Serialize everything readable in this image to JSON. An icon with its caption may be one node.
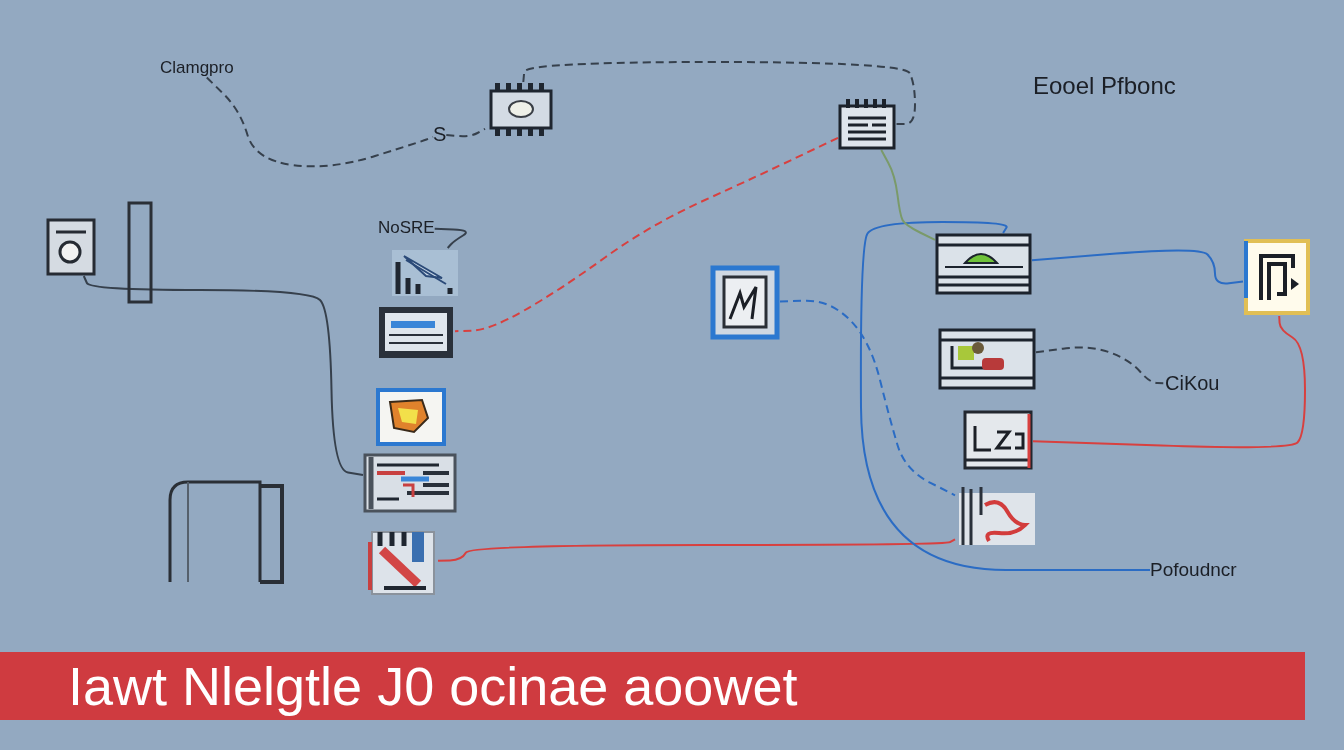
{
  "diagram": {
    "title": "Iawt Nlelgtle J0 ocinae aoowet",
    "nodes": [
      {
        "text": [
          "Clamgpro"
        ]
      },
      {
        "text": [],
        "shape": "picture"
      },
      {
        "text": [
          "S"
        ]
      },
      {
        "text": [],
        "shape": "picture"
      },
      {
        "text": [],
        "shape": "picture"
      },
      {
        "text": [
          "NoSRE"
        ]
      },
      {
        "text": [],
        "shape": "picture"
      },
      {
        "text": [],
        "shape": "picture"
      },
      {
        "text": [],
        "shape": "picture"
      },
      {
        "text": [],
        "shape": "picture"
      },
      {
        "text": [],
        "shape": "picture"
      },
      {
        "text": [],
        "shape": "picture"
      },
      {
        "text": [
          "CiKou"
        ]
      },
      {
        "text": [],
        "shape": "picture"
      },
      {
        "text": [],
        "shape": "picture"
      },
      {
        "text": [],
        "shape": "picture"
      },
      {
        "text": [],
        "shape": "picture"
      },
      {
        "text": [],
        "shape": "picture"
      },
      {
        "text": [
          "Pofoudncr"
        ]
      }
    ],
    "edges": [
      {
        "from": 0,
        "to": 2,
        "arrow": "none",
        "style": "dashed"
      },
      {
        "from": 2,
        "to": 1,
        "arrow": "none",
        "style": "dashed"
      },
      {
        "from": 1,
        "to": 3,
        "arrow": "none",
        "style": "dashed"
      },
      {
        "from": 3,
        "to": 10,
        "arrow": "none",
        "style": "dashed",
        "color": "#d8403f"
      },
      {
        "from": 4,
        "to": 15,
        "arrow": "none"
      },
      {
        "from": 5,
        "to": 6,
        "arrow": "none"
      },
      {
        "from": 17,
        "to": 16,
        "arrow": "none",
        "color": "#d8403f"
      },
      {
        "from": 7,
        "to": 8,
        "arrow": "none",
        "color": "#2b6cc4"
      },
      {
        "from": 14,
        "to": 8,
        "arrow": "none",
        "color": "#d8403f"
      },
      {
        "from": 18,
        "to": 7,
        "arrow": "none",
        "color": "#2b6cc4"
      },
      {
        "from": 9,
        "to": 16,
        "arrow": "none",
        "style": "dashed",
        "color": "#2b6cc4"
      },
      {
        "from": 11,
        "to": 12,
        "arrow": "none",
        "style": "dashed"
      },
      {
        "from": 3,
        "to": 7,
        "arrow": "none",
        "color": "#7a9a6a"
      }
    ],
    "labels": [
      "Eooel Pfbonc"
    ]
  }
}
